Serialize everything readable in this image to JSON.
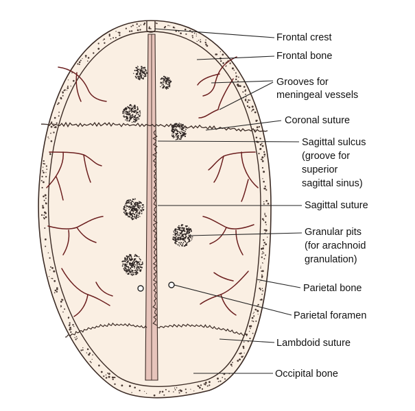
{
  "labels": {
    "frontal_crest": "Frontal crest",
    "frontal_bone": "Frontal bone",
    "grooves_line1": "Grooves for",
    "grooves_line2": "meningeal vessels",
    "coronal_suture": "Coronal suture",
    "sagittal_sulcus_line1": "Sagittal sulcus",
    "sagittal_sulcus_line2": "(groove for",
    "sagittal_sulcus_line3": "superior",
    "sagittal_sulcus_line4": "sagittal sinus)",
    "sagittal_suture": "Sagittal suture",
    "granular_pits_line1": "Granular pits",
    "granular_pits_line2": "(for arachnoid",
    "granular_pits_line3": "granulation)",
    "parietal_bone": "Parietal bone",
    "parietal_foramen": "Parietal foramen",
    "lambdoid_suture": "Lambdoid suture",
    "occipital_bone": "Occipital bone"
  },
  "colors": {
    "bone_fill": "#faefe3",
    "outline": "#3a2a24",
    "diploe_dots": "#4a3a34",
    "vessels": "#6b1e1e",
    "sulcus_fill": "#e7c4bb",
    "pit_dots": "#2e2624",
    "leader_lines": "#222222"
  }
}
